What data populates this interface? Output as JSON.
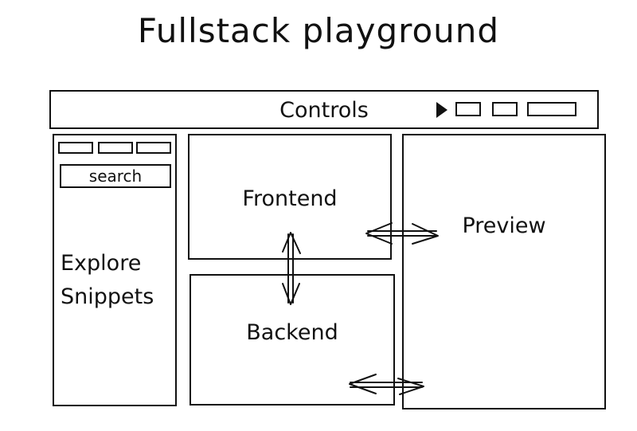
{
  "title": "Fullstack playground",
  "controls": {
    "label": "Controls"
  },
  "sidebar": {
    "search": "search",
    "explore": "Explore Snippets"
  },
  "panels": {
    "frontend": "Frontend",
    "backend": "Backend",
    "preview": "Preview"
  }
}
